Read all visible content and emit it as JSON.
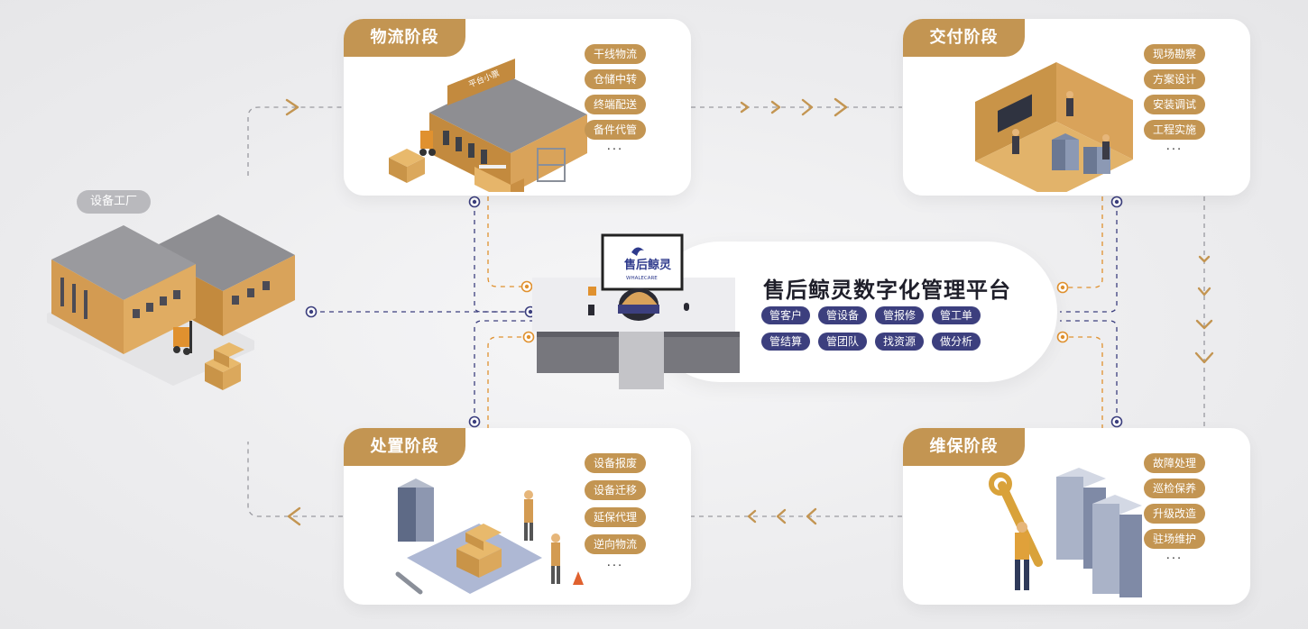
{
  "platform": {
    "title": "售后鲸灵数字化管理平台",
    "features": [
      "管客户",
      "管设备",
      "管报修",
      "管工单",
      "管结算",
      "管团队",
      "找资源",
      "做分析"
    ],
    "logo_text": "售后鲸灵",
    "logo_subtext": "WHALECARE"
  },
  "factory": {
    "label": "设备工厂"
  },
  "stages": {
    "logistics": {
      "title": "物流阶段",
      "items": [
        "干线物流",
        "仓储中转",
        "终端配送",
        "备件代管"
      ],
      "more": "···",
      "sign": "平台小票"
    },
    "delivery": {
      "title": "交付阶段",
      "items": [
        "现场勘察",
        "方案设计",
        "安装调试",
        "工程实施"
      ],
      "more": "···"
    },
    "disposal": {
      "title": "处置阶段",
      "items": [
        "设备报废",
        "设备迁移",
        "延保代理",
        "逆向物流"
      ],
      "more": "···"
    },
    "maintenance": {
      "title": "维保阶段",
      "items": [
        "故障处理",
        "巡检保养",
        "升级改造",
        "驻场维护"
      ],
      "more": "···"
    }
  },
  "colors": {
    "gold": "#c39552",
    "navy": "#3c3f7e",
    "orange": "#e0912f",
    "grey_tag": "#b9b9bd"
  }
}
